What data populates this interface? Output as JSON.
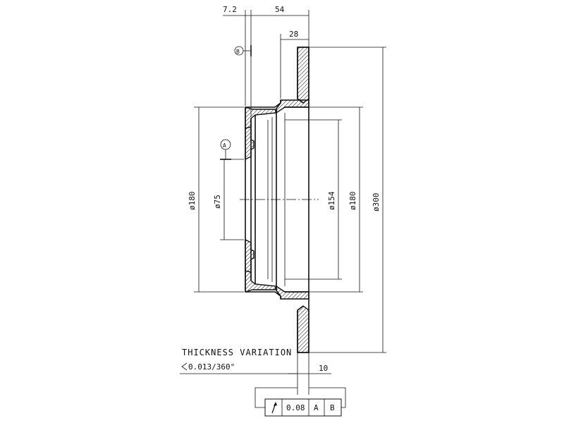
{
  "drawing": {
    "dimensions": {
      "flange_offset": "7.2",
      "hat_depth": "54",
      "hub_step": "28",
      "bore_dia": "ø75",
      "hat_outer_dia": "ø180",
      "inner_dia": "ø154",
      "hat_dia_right": "ø180",
      "disc_dia": "ø300",
      "disc_thickness": "10"
    },
    "datums": {
      "a": "A",
      "b": "B"
    },
    "note": {
      "title": "THICKNESS VARIATION",
      "value": "0.013/360°"
    },
    "tolerance_frame": {
      "symbol": "circular-runout-icon",
      "value": "0.08",
      "datum_1": "A",
      "datum_2": "B"
    }
  }
}
